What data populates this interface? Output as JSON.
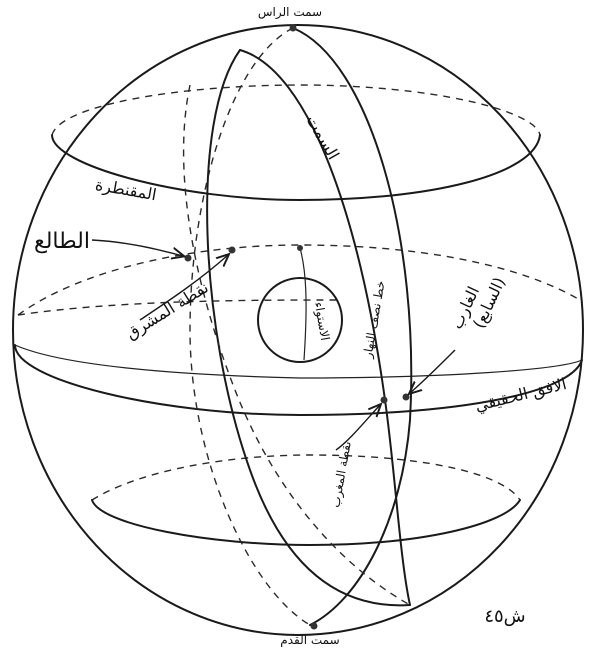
{
  "labels": {
    "zenith": "سمت الراس",
    "nadir": "سمت القدم",
    "ascendant": "الطالع",
    "east_point": "نقطة المشرق",
    "west_point": "نقطة المغرب",
    "true_horizon": "الافق الحقيقي",
    "meridian": "خط نصف النهار",
    "almucantar": "المقنطرة",
    "equator": "الاستواء",
    "vertical_circle": "السمت",
    "setting": "الغارب",
    "seventh": "(السابع)",
    "figure_number": "ش٤٥"
  }
}
